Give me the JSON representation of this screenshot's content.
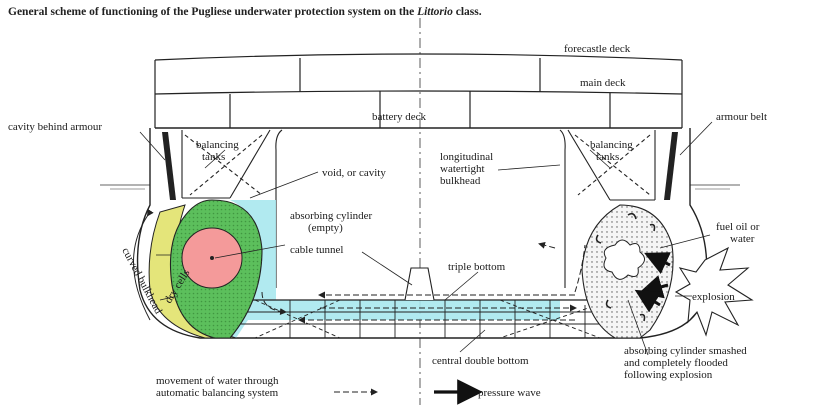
{
  "title": {
    "prefix": "General scheme of functioning of the Pugliese underwater protection system on the ",
    "class_name": "Littorio",
    "suffix": " class."
  },
  "labels": {
    "forecastle_deck": "forecastle deck",
    "main_deck": "main deck",
    "battery_deck": "battery deck",
    "cavity_behind_armour": "cavity behind armour",
    "armour_belt": "armour belt",
    "balancing_tanks_left_1": "balancing",
    "balancing_tanks_left_2": "tanks",
    "balancing_tanks_right_1": "balancing",
    "balancing_tanks_right_2": "tanks",
    "void_cavity": "void, or cavity",
    "bulkhead_1": "longitudinal",
    "bulkhead_2": "watertight",
    "bulkhead_3": "bulkhead",
    "absorbing_cylinder_1": "absorbing cylinder",
    "absorbing_cylinder_2": "(empty)",
    "cable_tunnel": "cable tunnel",
    "triple_bottom": "triple bottom",
    "fuel_oil_1": "fuel oil or",
    "fuel_oil_2": "water",
    "explosion": "explosion",
    "dry_cells": "dry cells",
    "curved_bulkhead": "curved bulkhead",
    "central_double_bottom": "central double bottom",
    "smashed_1": "absorbing cylinder smashed",
    "smashed_2": "and completely flooded",
    "smashed_3": "following explosion",
    "legend_water_1": "movement of water through",
    "legend_water_2": "automatic balancing system",
    "legend_pressure": "pressure wave"
  },
  "colors": {
    "water": "#a9e8ee",
    "cylinder_green": "#5cbf5c",
    "cylinder_core": "#f49a9a",
    "dry_cells": "#e4e57a",
    "line": "#222222"
  }
}
